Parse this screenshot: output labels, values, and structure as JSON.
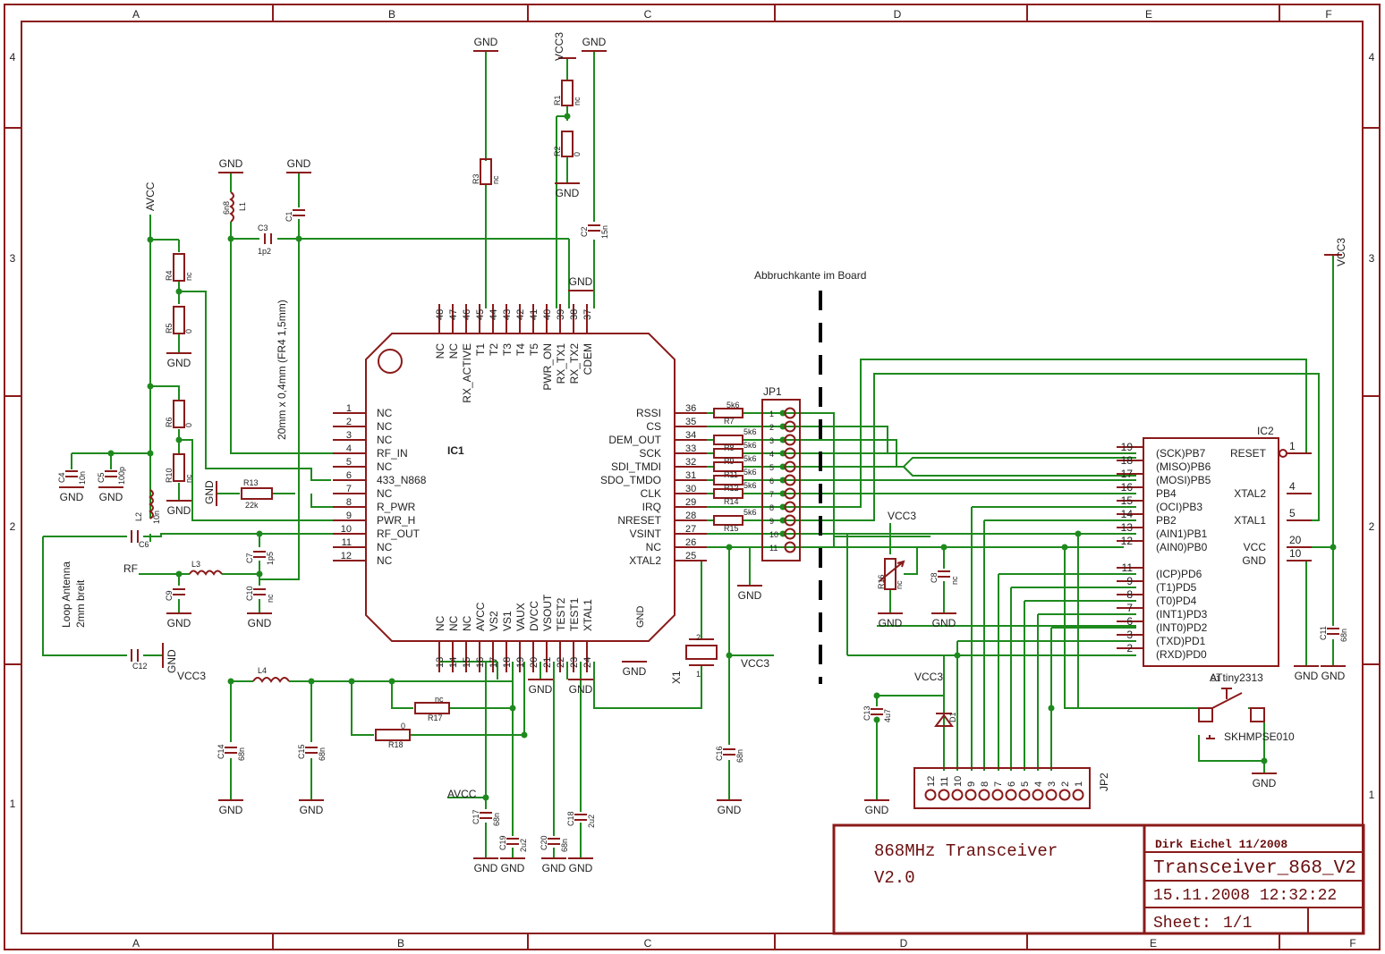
{
  "border": {
    "columns": [
      "A",
      "B",
      "C",
      "D",
      "E",
      "F"
    ],
    "rows": [
      "4",
      "3",
      "2",
      "1"
    ]
  },
  "ic1": {
    "name": "IC1",
    "pins_left": [
      {
        "num": "1",
        "name": "NC"
      },
      {
        "num": "2",
        "name": "NC"
      },
      {
        "num": "3",
        "name": "NC"
      },
      {
        "num": "4",
        "name": "RF_IN"
      },
      {
        "num": "5",
        "name": "NC"
      },
      {
        "num": "6",
        "name": "433_N868"
      },
      {
        "num": "7",
        "name": "NC"
      },
      {
        "num": "8",
        "name": "R_PWR"
      },
      {
        "num": "9",
        "name": "PWR_H"
      },
      {
        "num": "10",
        "name": "RF_OUT"
      },
      {
        "num": "11",
        "name": "NC"
      },
      {
        "num": "12",
        "name": "NC"
      }
    ],
    "pins_right": [
      {
        "num": "36",
        "name": "RSSI"
      },
      {
        "num": "35",
        "name": "CS"
      },
      {
        "num": "34",
        "name": "DEM_OUT"
      },
      {
        "num": "33",
        "name": "SCK"
      },
      {
        "num": "32",
        "name": "SDI_TMDI"
      },
      {
        "num": "31",
        "name": "SDO_TMDO"
      },
      {
        "num": "30",
        "name": "CLK"
      },
      {
        "num": "29",
        "name": "IRQ"
      },
      {
        "num": "28",
        "name": "NRESET"
      },
      {
        "num": "27",
        "name": "VSINT"
      },
      {
        "num": "26",
        "name": "NC"
      },
      {
        "num": "25",
        "name": "XTAL2"
      }
    ],
    "pins_top": [
      {
        "num": "48",
        "name": "NC"
      },
      {
        "num": "47",
        "name": "NC"
      },
      {
        "num": "46",
        "name": "RX_ACTIVE"
      },
      {
        "num": "45",
        "name": "T1"
      },
      {
        "num": "44",
        "name": "T2"
      },
      {
        "num": "43",
        "name": "T3"
      },
      {
        "num": "42",
        "name": "T4"
      },
      {
        "num": "41",
        "name": "T5"
      },
      {
        "num": "40",
        "name": "PWR_ON"
      },
      {
        "num": "39",
        "name": "RX_TX1"
      },
      {
        "num": "38",
        "name": "RX_TX2"
      },
      {
        "num": "37",
        "name": "CDEM"
      }
    ],
    "pins_bottom": [
      {
        "num": "13",
        "name": "NC"
      },
      {
        "num": "14",
        "name": "NC"
      },
      {
        "num": "15",
        "name": "NC"
      },
      {
        "num": "16",
        "name": "AVCC"
      },
      {
        "num": "17",
        "name": "VS2"
      },
      {
        "num": "18",
        "name": "VS1"
      },
      {
        "num": "19",
        "name": "VAUX"
      },
      {
        "num": "20",
        "name": "DVCC"
      },
      {
        "num": "21",
        "name": "VSOUT"
      },
      {
        "num": "22",
        "name": "TEST2"
      },
      {
        "num": "23",
        "name": "TEST1"
      },
      {
        "num": "24",
        "name": "XTAL1"
      }
    ],
    "gnd_label": "GND"
  },
  "ic2": {
    "name": "IC2",
    "part": "ATtiny2313",
    "pins_left": [
      {
        "num": "19",
        "name": "(SCK)PB7"
      },
      {
        "num": "18",
        "name": "(MISO)PB6"
      },
      {
        "num": "17",
        "name": "(MOSI)PB5"
      },
      {
        "num": "16",
        "name": "PB4"
      },
      {
        "num": "15",
        "name": "(OCI)PB3"
      },
      {
        "num": "14",
        "name": "PB2"
      },
      {
        "num": "13",
        "name": "(AIN1)PB1"
      },
      {
        "num": "12",
        "name": "(AIN0)PB0"
      },
      {
        "num": "11",
        "name": "(ICP)PD6"
      },
      {
        "num": "9",
        "name": "(T1)PD5"
      },
      {
        "num": "8",
        "name": "(T0)PD4"
      },
      {
        "num": "7",
        "name": "(INT1)PD3"
      },
      {
        "num": "6",
        "name": "(INT0)PD2"
      },
      {
        "num": "3",
        "name": "(TXD)PD1"
      },
      {
        "num": "2",
        "name": "(RXD)PD0"
      }
    ],
    "pins_right": [
      {
        "num": "1",
        "name": "RESET"
      },
      {
        "num": "4",
        "name": "XTAL2"
      },
      {
        "num": "5",
        "name": "XTAL1"
      },
      {
        "num": "20",
        "name": "VCC"
      },
      {
        "num": "10",
        "name": "GND"
      }
    ]
  },
  "jp1": {
    "name": "JP1",
    "pins": [
      "1",
      "2",
      "3",
      "4",
      "5",
      "6",
      "7",
      "8",
      "9",
      "10",
      "11"
    ]
  },
  "jp2": {
    "name": "JP2",
    "pins": [
      "12",
      "11",
      "10",
      "9",
      "8",
      "7",
      "6",
      "5",
      "4",
      "3",
      "2",
      "1"
    ]
  },
  "series_resistors": [
    {
      "name": "R7",
      "value": "5k6"
    },
    {
      "name": "R8",
      "value": "5k6"
    },
    {
      "name": "R9",
      "value": "5k6"
    },
    {
      "name": "R11",
      "value": "5k6"
    },
    {
      "name": "R12",
      "value": "5k6"
    },
    {
      "name": "R14",
      "value": "5k6"
    },
    {
      "name": "R15",
      "value": "5k6"
    }
  ],
  "components": {
    "R1": {
      "name": "R1",
      "value": "nc"
    },
    "R2": {
      "name": "R2",
      "value": "0"
    },
    "R3": {
      "name": "R3",
      "value": "nc"
    },
    "R4": {
      "name": "R4",
      "value": "nc"
    },
    "R5": {
      "name": "R5",
      "value": "0"
    },
    "R6": {
      "name": "R6",
      "value": "0"
    },
    "R10": {
      "name": "R10",
      "value": "nc"
    },
    "R13": {
      "name": "R13",
      "value": "22k"
    },
    "R16": {
      "name": "R16",
      "value": "nc"
    },
    "R17": {
      "name": "R17",
      "value": "nc"
    },
    "R18": {
      "name": "R18",
      "value": "0"
    },
    "L1": {
      "name": "L1",
      "value": "6n8"
    },
    "L2": {
      "name": "L2",
      "value": "10n"
    },
    "L3": {
      "name": "L3",
      "value": ""
    },
    "L4": {
      "name": "L4",
      "value": ""
    },
    "C1": {
      "name": "C1",
      "value": ""
    },
    "C2": {
      "name": "C2",
      "value": "15n"
    },
    "C3": {
      "name": "C3",
      "value": "1p2"
    },
    "C4": {
      "name": "C4",
      "value": "10n"
    },
    "C5": {
      "name": "C5",
      "value": "100p"
    },
    "C6": {
      "name": "C6",
      "value": ""
    },
    "C7": {
      "name": "C7",
      "value": "1p5"
    },
    "C8": {
      "name": "C8",
      "value": "nc"
    },
    "C9": {
      "name": "C9",
      "value": ""
    },
    "C10": {
      "name": "C10",
      "value": "nc"
    },
    "C11": {
      "name": "C11",
      "value": "68n"
    },
    "C12": {
      "name": "C12",
      "value": ""
    },
    "C13": {
      "name": "C13",
      "value": "4u7"
    },
    "C14": {
      "name": "C14",
      "value": "68n"
    },
    "C15": {
      "name": "C15",
      "value": "68n"
    },
    "C16": {
      "name": "C16",
      "value": "68n"
    },
    "C17": {
      "name": "C17",
      "value": "68n"
    },
    "C18": {
      "name": "C18",
      "value": "2u2"
    },
    "C19": {
      "name": "C19",
      "value": "2u2"
    },
    "C20": {
      "name": "C20",
      "value": "68n"
    },
    "D1": {
      "name": "D1",
      "value": ""
    },
    "X1": {
      "name": "X1",
      "value": ""
    },
    "S1": {
      "name": "S1",
      "value": "SKHMPSE010"
    }
  },
  "nets": {
    "gnd": "GND",
    "vcc3": "VCC3",
    "avcc": "AVCC",
    "rf": "RF"
  },
  "notes": {
    "break_edge": "Abbruchkante im Board",
    "antenna": [
      "Loop Antenna",
      "2mm breit"
    ],
    "trace": "20mm x 0,4mm (FR4 1,5mm)"
  },
  "title_block": {
    "title": "868MHz Transceiver",
    "version": "V2.0",
    "author": "Dirk Eichel 11/2008",
    "filename": "Transceiver_868_V2",
    "date": "15.11.2008 12:32:22",
    "sheet_label": "Sheet:",
    "sheet": "1/1"
  },
  "colors": {
    "symbol": "#8b1a1a",
    "wire": "#1e8a1e",
    "text": "#222222",
    "frame": "#8b1a1a"
  }
}
